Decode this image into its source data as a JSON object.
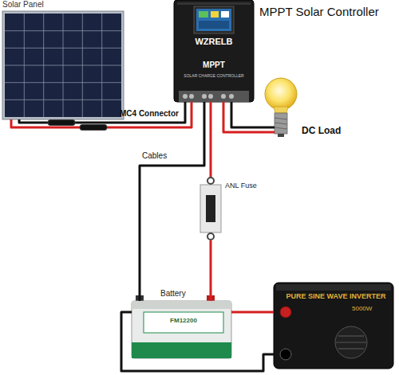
{
  "diagram": {
    "nodes": [
      {
        "text": [
          "Solar Panel"
        ]
      },
      {
        "text": [
          "MPPT Solar Controller",
          "WZRELB",
          "MPPT",
          "SOLAR CHARGE CONTROLLER"
        ]
      },
      {
        "text": [
          "DC Load"
        ]
      },
      {
        "text": [
          "ANL Fuse"
        ]
      },
      {
        "text": [
          "Battery",
          "FM12200"
        ]
      },
      {
        "text": [
          "PURE SINE WAVE INVERTER",
          "5000W"
        ]
      }
    ],
    "edges": [
      {
        "from": 0,
        "to": 1,
        "arrow": "none",
        "label": "MC4 Connector"
      },
      {
        "from": 1,
        "to": 2,
        "arrow": "none"
      },
      {
        "from": 1,
        "to": 3,
        "arrow": "none"
      },
      {
        "from": 3,
        "to": 4,
        "arrow": "none"
      },
      {
        "from": 1,
        "to": 4,
        "arrow": "none"
      },
      {
        "from": 4,
        "to": 5,
        "arrow": "none"
      }
    ],
    "labels": [
      "Cables"
    ]
  }
}
